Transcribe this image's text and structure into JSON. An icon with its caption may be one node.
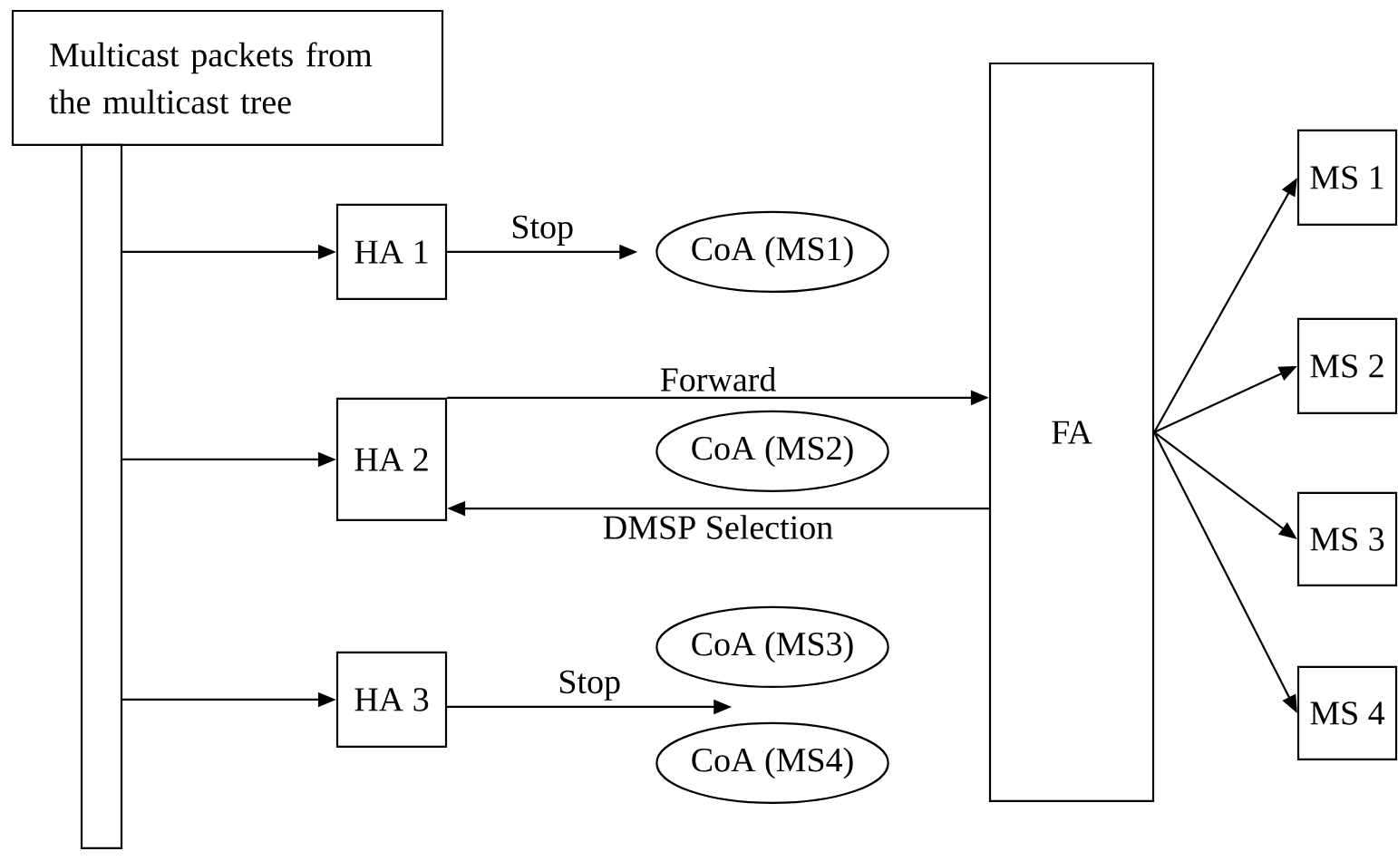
{
  "diagram": {
    "nodes": [
      {
        "text": [
          "Multicast packets from the multicast tree"
        ]
      },
      {
        "text": [],
        "shape": "bar"
      },
      {
        "text": [
          "HA 1"
        ]
      },
      {
        "text": [
          "HA 2"
        ]
      },
      {
        "text": [
          "HA 3"
        ]
      },
      {
        "text": [
          "CoA (MS1)"
        ]
      },
      {
        "text": [
          "CoA (MS2)"
        ]
      },
      {
        "text": [
          "CoA (MS3)"
        ]
      },
      {
        "text": [
          "CoA (MS4)"
        ]
      },
      {
        "text": [
          "FA"
        ]
      },
      {
        "text": [
          "MS 1"
        ]
      },
      {
        "text": [
          "MS 2"
        ]
      },
      {
        "text": [
          "MS 3"
        ]
      },
      {
        "text": [
          "MS 4"
        ]
      }
    ],
    "edges": [
      {
        "from": 1,
        "to": 2,
        "arrow": "to"
      },
      {
        "from": 1,
        "to": 3,
        "arrow": "to"
      },
      {
        "from": 1,
        "to": 4,
        "arrow": "to"
      },
      {
        "from": 2,
        "to": 5,
        "label": "Stop",
        "arrow": "to"
      },
      {
        "from": 3,
        "to": 9,
        "label": "Forward",
        "arrow": "to"
      },
      {
        "from": 9,
        "to": 3,
        "label": "DMSP Selection",
        "arrow": "to"
      },
      {
        "from": 4,
        "to": 7,
        "label": "Stop",
        "arrow": "to"
      },
      {
        "from": 9,
        "to": 10,
        "arrow": "to"
      },
      {
        "from": 9,
        "to": 11,
        "arrow": "to"
      },
      {
        "from": 9,
        "to": 12,
        "arrow": "to"
      },
      {
        "from": 9,
        "to": 13,
        "arrow": "to"
      }
    ]
  }
}
